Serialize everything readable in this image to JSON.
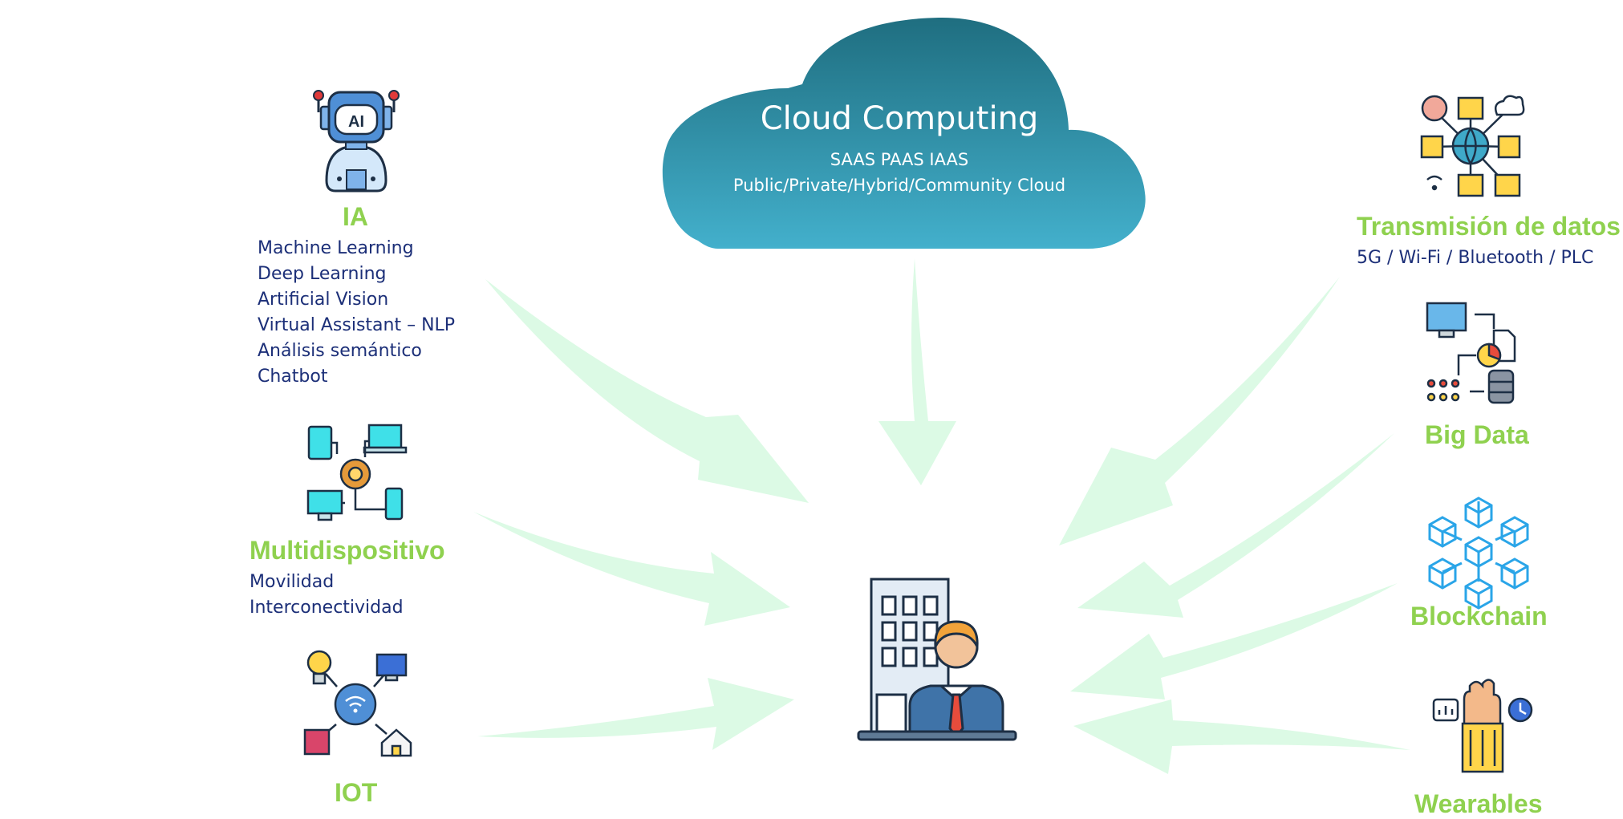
{
  "cloud": {
    "title": "Cloud Computing",
    "line1": "SAAS PAAS IAAS",
    "line2": "Public/Private/Hybrid/Community Cloud"
  },
  "ia": {
    "title": "IA",
    "badge": "AI",
    "items": [
      "Machine Learning",
      "Deep Learning",
      "Artificial Vision",
      "Virtual Assistant – NLP",
      "Análisis semántico",
      "Chatbot"
    ]
  },
  "multi": {
    "title": "Multidispositivo",
    "items": [
      "Movilidad",
      "Interconectividad"
    ]
  },
  "iot": {
    "title": "IOT"
  },
  "transmision": {
    "title": "Transmisión de datos",
    "subtitle": "5G / Wi-Fi / Bluetooth / PLC"
  },
  "bigdata": {
    "title": "Big Data"
  },
  "blockchain": {
    "title": "Blockchain"
  },
  "wearables": {
    "title": "Wearables"
  },
  "colors": {
    "title_green": "#8fd14f",
    "text_navy": "#1c2f78",
    "arrow_fill": "#dcfae5",
    "cloud_top": "#1f6e80",
    "cloud_bottom": "#43b0cc"
  }
}
